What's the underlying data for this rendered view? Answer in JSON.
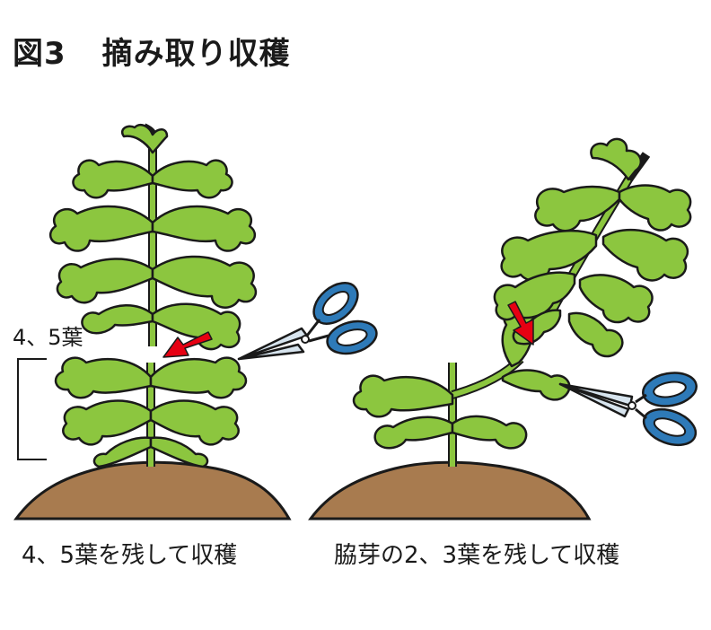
{
  "title": {
    "figure_label": "図3",
    "text": "摘み取り収穫"
  },
  "left_panel": {
    "leaf_count_label": "4、5葉",
    "caption": "4、5葉を残して収穫"
  },
  "right_panel": {
    "caption": "脇芽の2、3葉を残して収穫"
  },
  "colors": {
    "leaf": "#8cc63f",
    "leaf_outline": "#1a1a1a",
    "soil": "#a87b4f",
    "arrow": "#e60012",
    "scissor_handle": "#2e7ab8",
    "scissor_blade": "#d7e4ee"
  },
  "icons": [
    "scissors-icon",
    "cut-arrow-icon",
    "bracket-icon"
  ]
}
